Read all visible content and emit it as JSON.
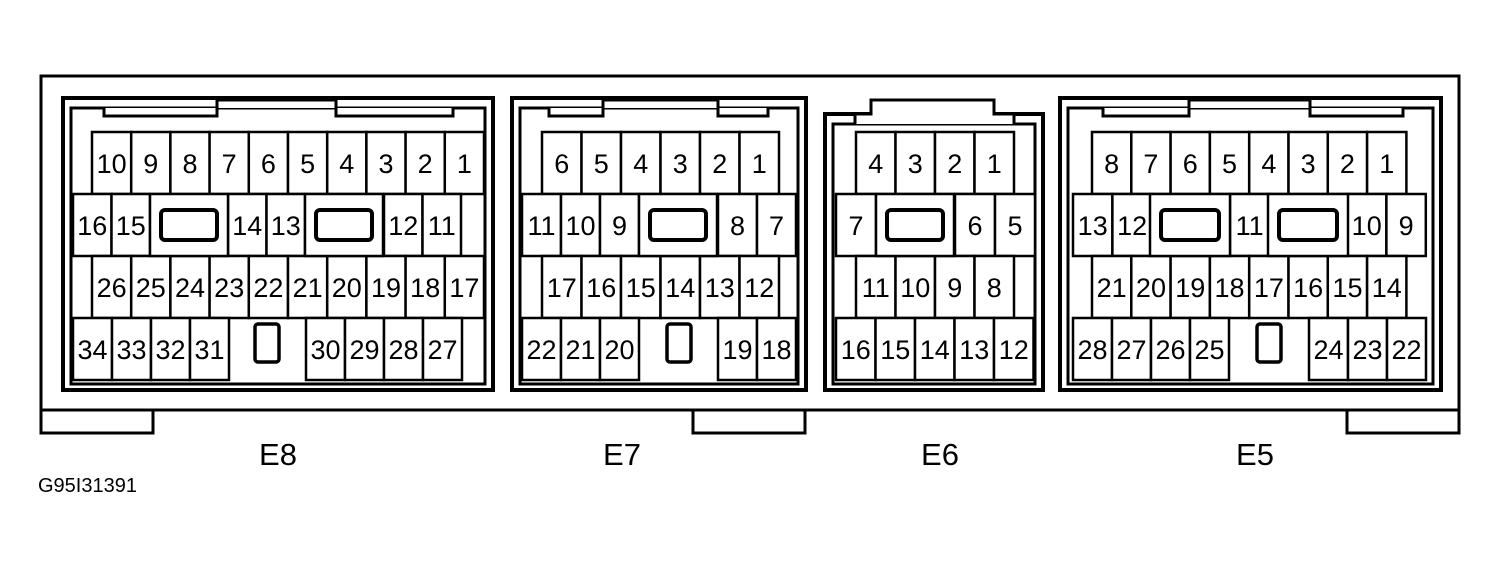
{
  "figure_id": "G95I31391",
  "connectors": [
    {
      "label": "E8",
      "rows": [
        [
          "10",
          "9",
          "8",
          "7",
          "6",
          "5",
          "4",
          "3",
          "2",
          "1"
        ],
        [
          "16",
          "15",
          "14",
          "13",
          "12",
          "11"
        ],
        [
          "26",
          "25",
          "24",
          "23",
          "22",
          "21",
          "20",
          "19",
          "18",
          "17"
        ],
        [
          "34",
          "33",
          "32",
          "31",
          "30",
          "29",
          "28",
          "27"
        ]
      ]
    },
    {
      "label": "E7",
      "rows": [
        [
          "6",
          "5",
          "4",
          "3",
          "2",
          "1"
        ],
        [
          "11",
          "10",
          "9",
          "8",
          "7"
        ],
        [
          "17",
          "16",
          "15",
          "14",
          "13",
          "12"
        ],
        [
          "22",
          "21",
          "20",
          "19",
          "18"
        ]
      ]
    },
    {
      "label": "E6",
      "rows": [
        [
          "4",
          "3",
          "2",
          "1"
        ],
        [
          "7",
          "6",
          "5"
        ],
        [
          "11",
          "10",
          "9",
          "8"
        ],
        [
          "16",
          "15",
          "14",
          "13",
          "12"
        ]
      ]
    },
    {
      "label": "E5",
      "rows": [
        [
          "8",
          "7",
          "6",
          "5",
          "4",
          "3",
          "2",
          "1"
        ],
        [
          "13",
          "12",
          "11",
          "10",
          "9"
        ],
        [
          "21",
          "20",
          "19",
          "18",
          "17",
          "16",
          "15",
          "14"
        ],
        [
          "28",
          "27",
          "26",
          "25",
          "24",
          "23",
          "22"
        ]
      ]
    }
  ]
}
